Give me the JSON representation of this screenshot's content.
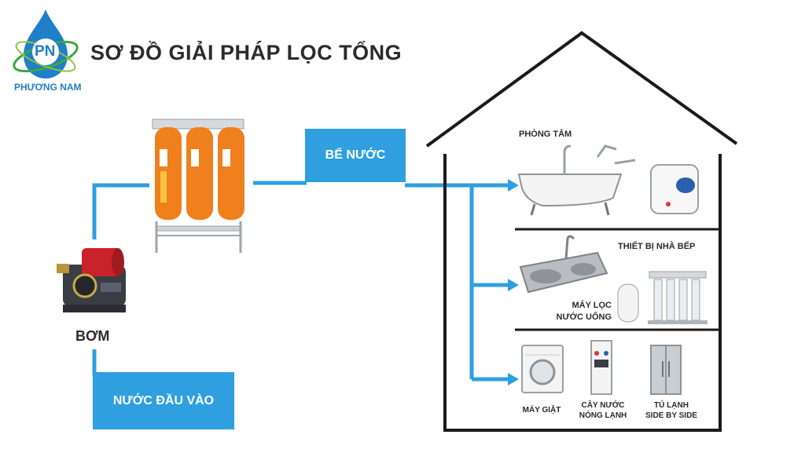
{
  "header": {
    "title": "SƠ ĐỒ GIẢI PHÁP LỌC TỔNG",
    "logo": {
      "initials": "PN",
      "brand": "PHƯƠNG NAM"
    }
  },
  "labels": {
    "pump": "BƠM",
    "inlet": "NƯỚC ĐẦU VÀO",
    "tank": "BỂ NƯỚC",
    "bathroom": "PHÒNG TẮM",
    "kitchen": "THIẾT BỊ NHÀ BẾP",
    "ro_line1": "MÁY LỌC",
    "ro_line2": "NƯỚC UỐNG",
    "washer": "MÁY GIẶT",
    "dispenser_line1": "CÂY NƯỚC",
    "dispenser_line2": "NÓNG LẠNH",
    "fridge_line1": "TỦ LẠNH",
    "fridge_line2": "SIDE BY SIDE"
  },
  "colors": {
    "pipe": "#2f9fe0",
    "box": "#2f9fe0",
    "house": "#1a1a1a",
    "filter": "#f07f1d",
    "brand": "#1f7fc9"
  },
  "icons": [
    "water-drop-logo-icon",
    "pump-icon",
    "filter-housing-icon",
    "bathtub-icon",
    "water-heater-icon",
    "kitchen-sink-icon",
    "ro-purifier-icon",
    "washing-machine-icon",
    "water-dispenser-icon",
    "fridge-icon"
  ]
}
